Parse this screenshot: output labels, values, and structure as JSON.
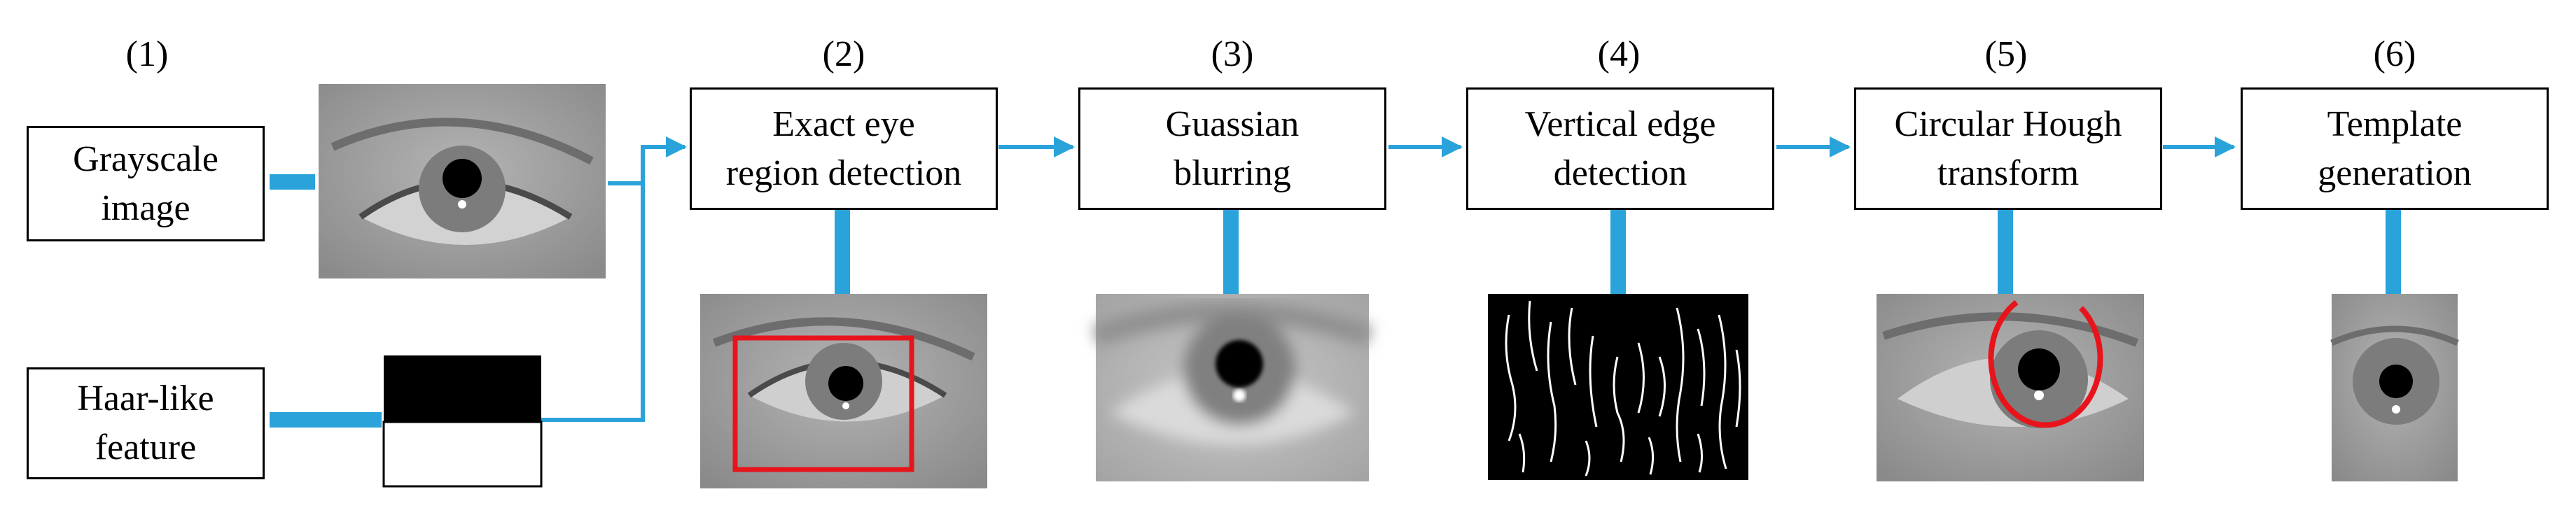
{
  "steps": [
    {
      "number": "(1)",
      "lines": [
        "Grayscale",
        "image"
      ]
    },
    {
      "number": "(2)",
      "lines": [
        "Exact eye",
        "region detection"
      ]
    },
    {
      "number": "(3)",
      "lines": [
        "Guassian",
        "blurring"
      ]
    },
    {
      "number": "(4)",
      "lines": [
        "Vertical edge",
        "detection"
      ]
    },
    {
      "number": "(5)",
      "lines": [
        "Circular Hough",
        "transform"
      ]
    },
    {
      "number": "(6)",
      "lines": [
        "Template",
        "generation"
      ]
    }
  ],
  "haar_box": {
    "lines": [
      "Haar-like",
      "feature"
    ]
  },
  "colors": {
    "connector": "#2aa3db",
    "highlight": "#e8141c",
    "box_border": "#000000"
  }
}
